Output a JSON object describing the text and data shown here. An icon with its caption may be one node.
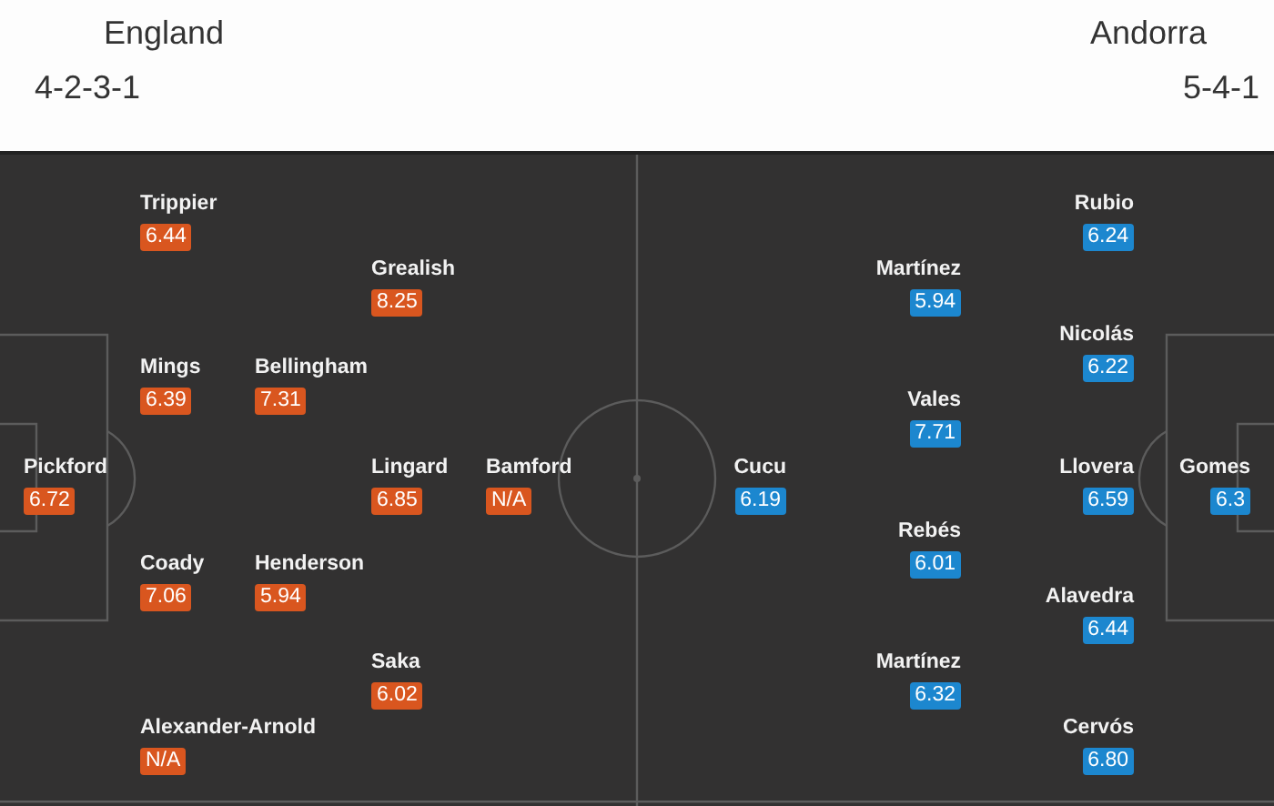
{
  "diagram": {
    "nodes": [
      {
        "text": [
          "Trippier",
          "6.44"
        ]
      },
      {
        "text": [
          "Grealish",
          "8.25"
        ]
      },
      {
        "text": [
          "Mings",
          "6.39"
        ]
      },
      {
        "text": [
          "Bellingham",
          "7.31"
        ]
      },
      {
        "text": [
          "Pickford",
          "6.72"
        ]
      },
      {
        "text": [
          "Lingard",
          "6.85"
        ]
      },
      {
        "text": [
          "Bamford",
          "N/A"
        ]
      },
      {
        "text": [
          "Coady",
          "7.06"
        ]
      },
      {
        "text": [
          "Henderson",
          "5.94"
        ]
      },
      {
        "text": [
          "Saka",
          "6.02"
        ]
      },
      {
        "text": [
          "Alexander-Arnold",
          "N/A"
        ]
      },
      {
        "text": [
          "Rubio",
          "6.24"
        ]
      },
      {
        "text": [
          "Martínez",
          "5.94"
        ]
      },
      {
        "text": [
          "Nicolás",
          "6.22"
        ]
      },
      {
        "text": [
          "Vales",
          "7.71"
        ]
      },
      {
        "text": [
          "Cucu",
          "6.19"
        ]
      },
      {
        "text": [
          "Llovera",
          "6.59"
        ]
      },
      {
        "text": [
          "Gomes",
          "6.3"
        ]
      },
      {
        "text": [
          "Rebés",
          "6.01"
        ]
      },
      {
        "text": [
          "Alavedra",
          "6.44"
        ]
      },
      {
        "text": [
          "Martínez",
          "6.32"
        ]
      },
      {
        "text": [
          "Cervós",
          "6.80"
        ]
      }
    ],
    "labels": [
      "England",
      "4-2-3-1",
      "Andorra",
      "5-4-1"
    ]
  }
}
